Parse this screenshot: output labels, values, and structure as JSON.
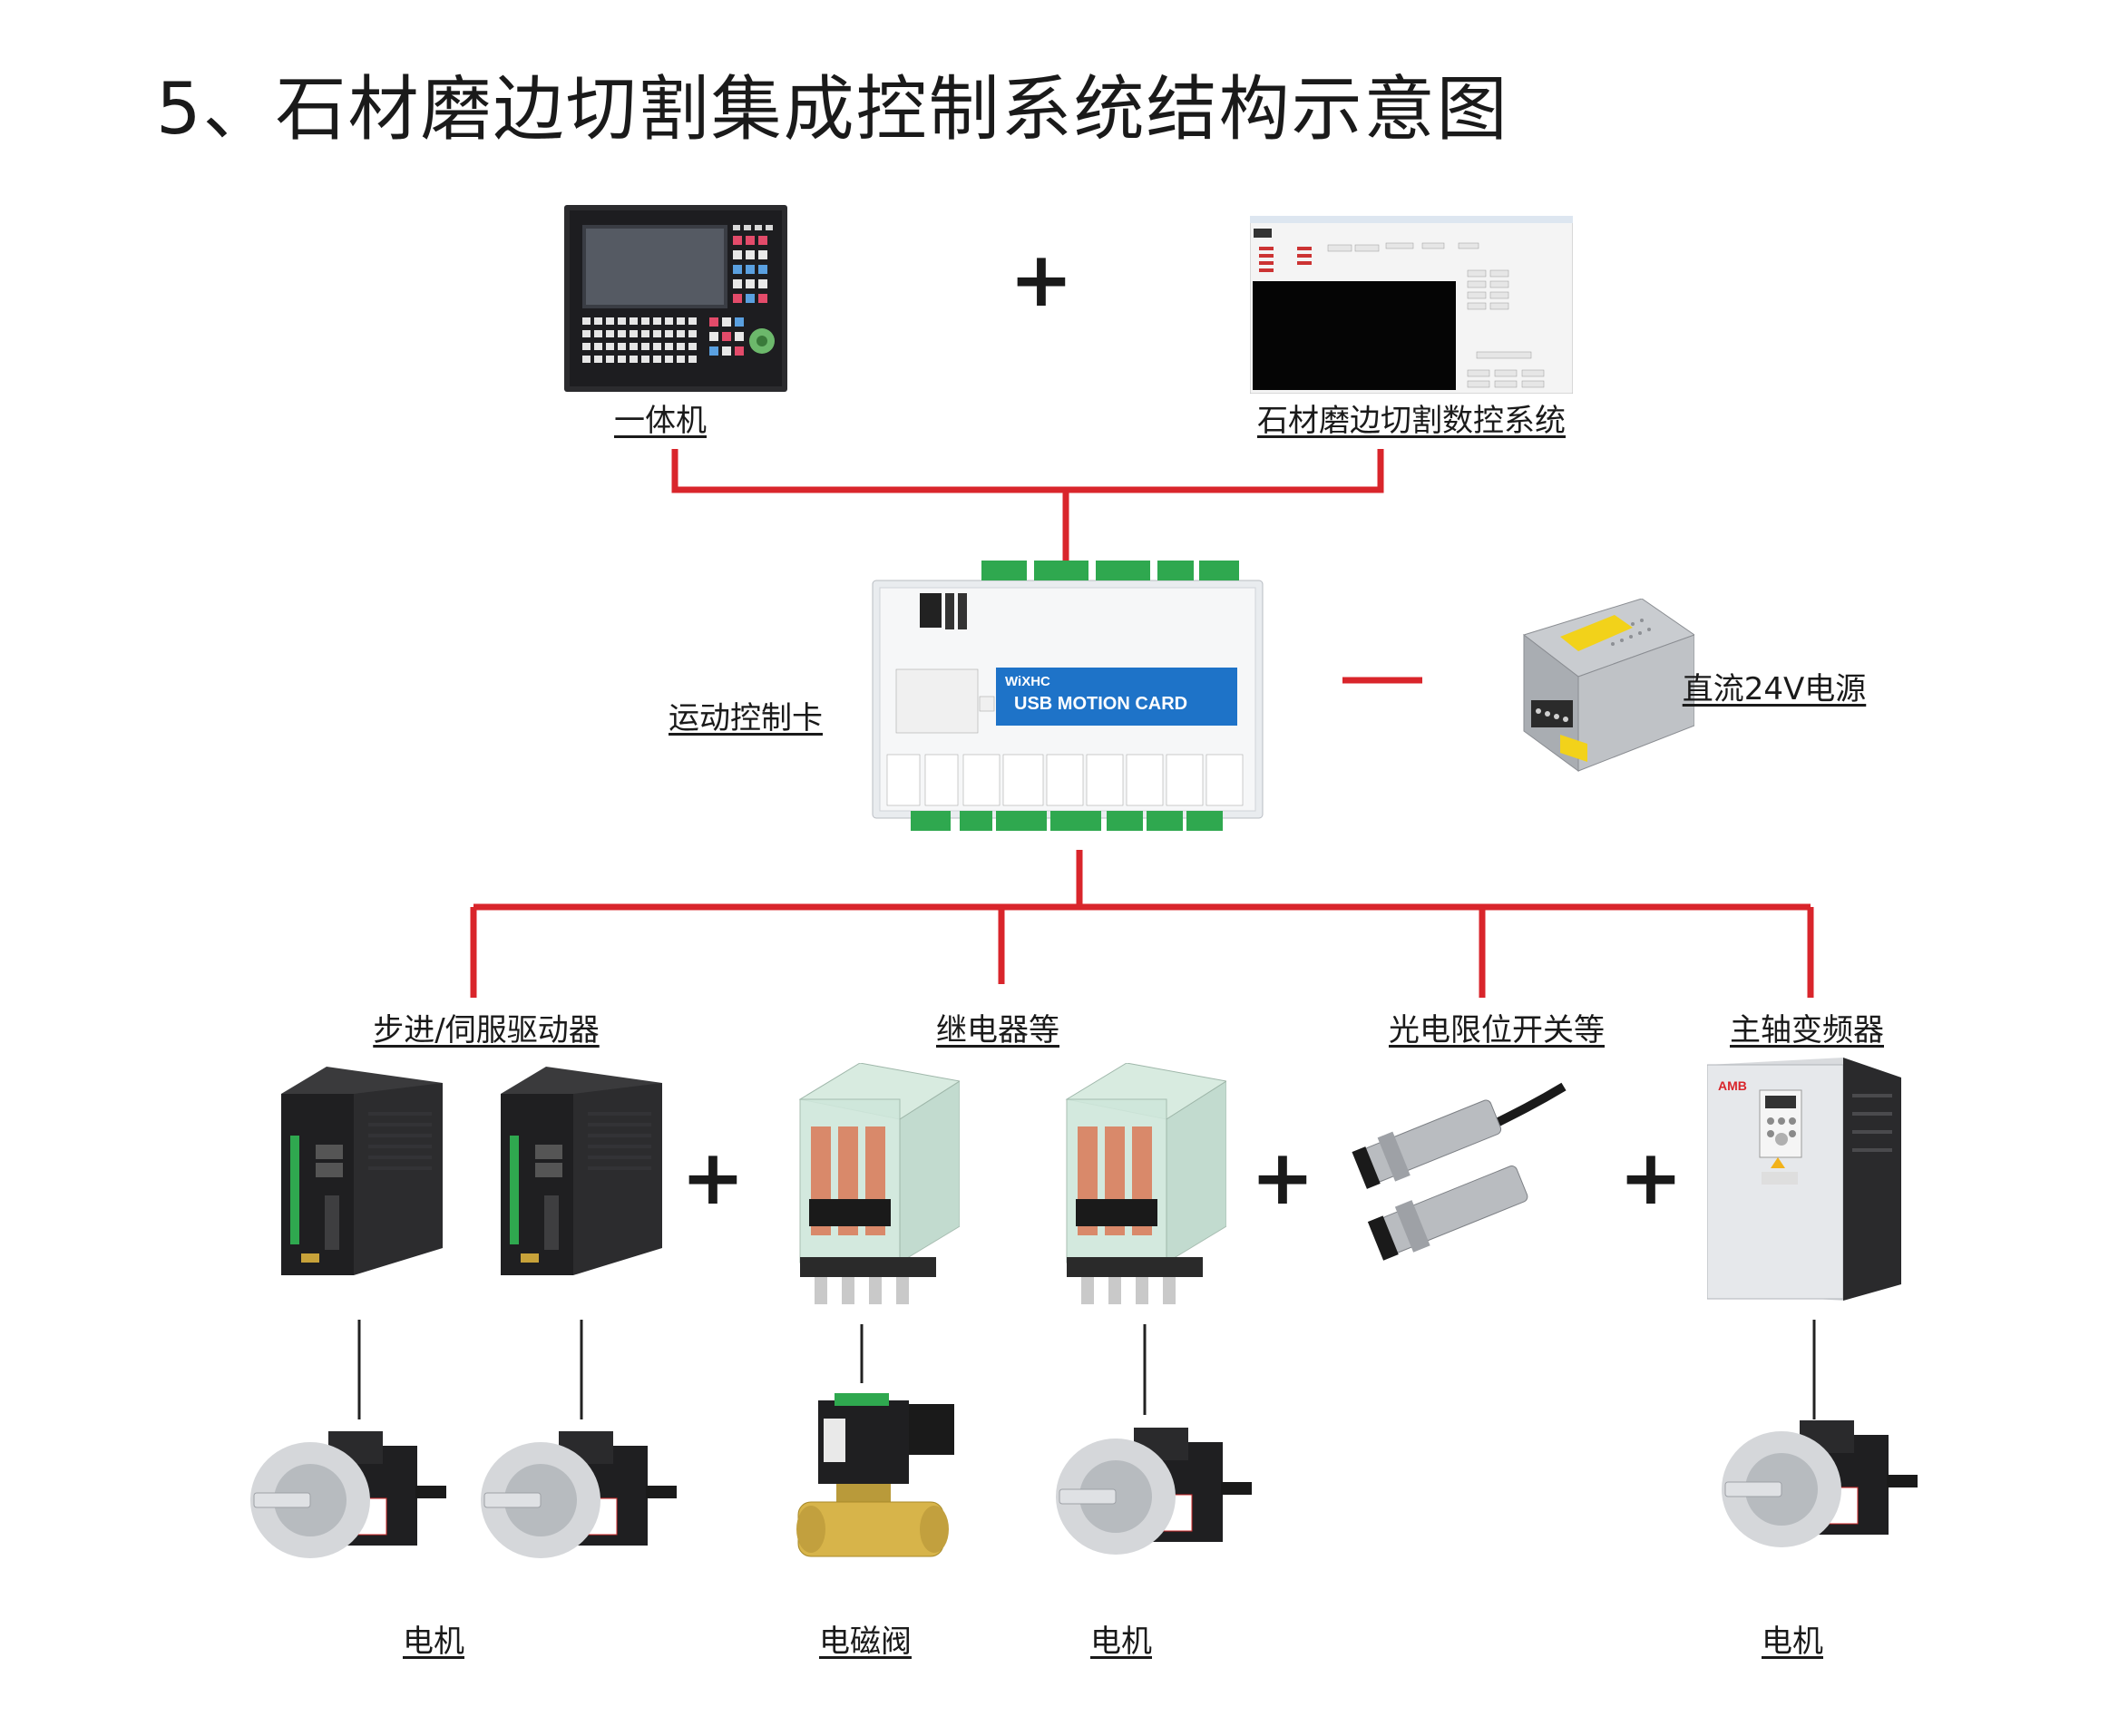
{
  "title": "5、石材磨边切割集成控制系统结构示意图",
  "colors": {
    "connector": "#d9252b",
    "thin_line": "#222222",
    "card_blue": "#1e73c8",
    "terminal_green": "#2fa84f"
  },
  "labels": {
    "integrated_unit": "一体机",
    "cnc_system": "石材磨边切割数控系统",
    "motion_card": "运动控制卡",
    "power_supply": "直流24V电源",
    "driver": "步进/伺服驱动器",
    "relay": "继电器等",
    "sensor": "光电限位开关等",
    "inverter": "主轴变频器",
    "motor": "电机",
    "solenoid_valve": "电磁阀"
  },
  "card": {
    "brand": "WiXHC",
    "text": "USB MOTION CARD"
  },
  "inverter_brand": "AMB",
  "plus_sign": "+"
}
